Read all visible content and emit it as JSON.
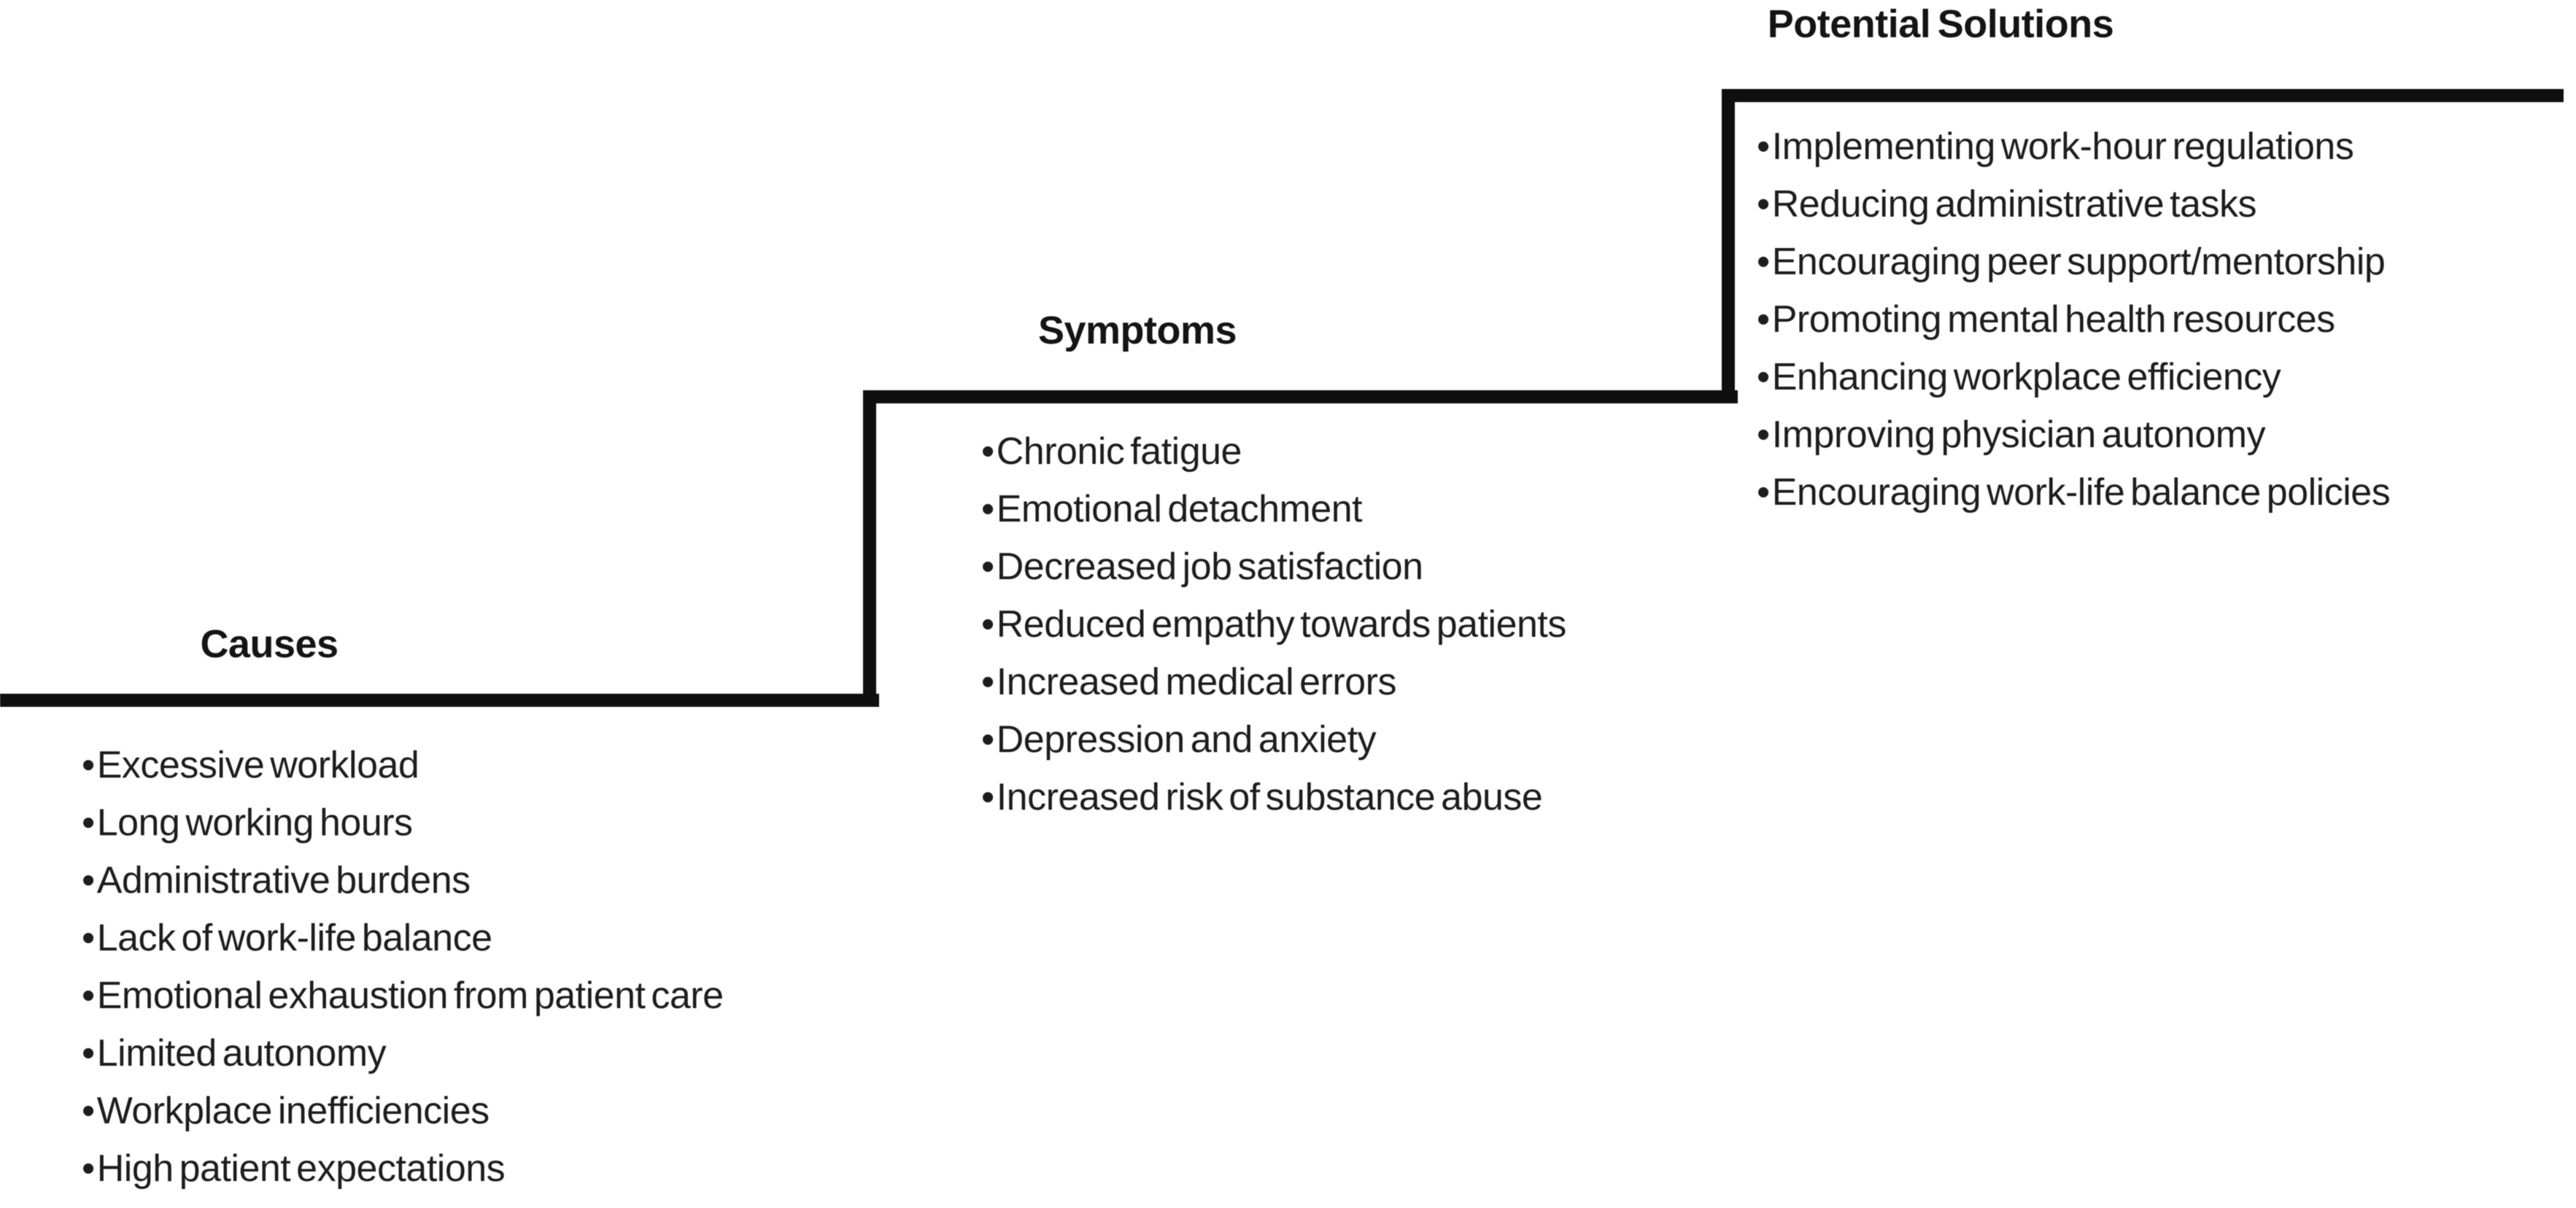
{
  "diagram": {
    "bullet_char": "•",
    "colors": {
      "background": "#ffffff",
      "line": "#0f0f0f",
      "heading_text": "#141414",
      "body_text": "#1d1d1d"
    },
    "sections": [
      {
        "title": "Causes",
        "items": [
          "Excessive workload",
          "Long working hours",
          "Administrative burdens",
          "Lack of work-life balance",
          "Emotional exhaustion from patient care",
          "Limited autonomy",
          "Workplace inefficiencies",
          "High patient expectations"
        ]
      },
      {
        "title": "Symptoms",
        "items": [
          "Chronic fatigue",
          "Emotional detachment",
          "Decreased job satisfaction",
          "Reduced empathy towards patients",
          "Increased medical errors",
          "Depression and anxiety",
          "Increased risk of substance abuse"
        ]
      },
      {
        "title": "Potential Solutions",
        "items": [
          "Implementing work-hour regulations",
          "Reducing administrative tasks",
          "Encouraging peer support/mentorship",
          "Promoting mental health resources",
          "Enhancing workplace efficiency",
          "Improving physician autonomy",
          "Encouraging work-life balance policies"
        ]
      }
    ]
  }
}
